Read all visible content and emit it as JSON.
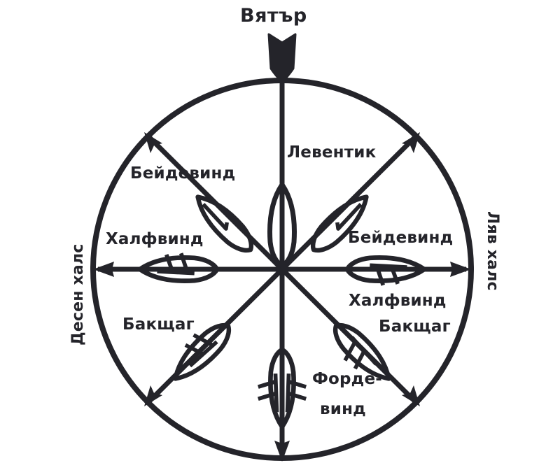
{
  "figure": {
    "kind": "points-of-sail-diagram",
    "ink_color": "#24242a",
    "background_color": "#ffffff",
    "title": "Вятър"
  },
  "wind": {
    "label": "Вятър",
    "arrow_direction": "downward"
  },
  "sides": {
    "left": "Десен халс",
    "right": "Ляв халс"
  },
  "points_of_sail": {
    "head_to_wind": "Левентик",
    "close_hauled_left": "Бейдевинд",
    "close_hauled_right": "Бейдевинд",
    "beam_reach_left": "Халфвинд",
    "beam_reach_right": "Халфвинд",
    "broad_reach_left": "Бакщаг",
    "broad_reach_right": "Бакщаг",
    "running_line1": "Форде-",
    "running_line2": "винд"
  }
}
